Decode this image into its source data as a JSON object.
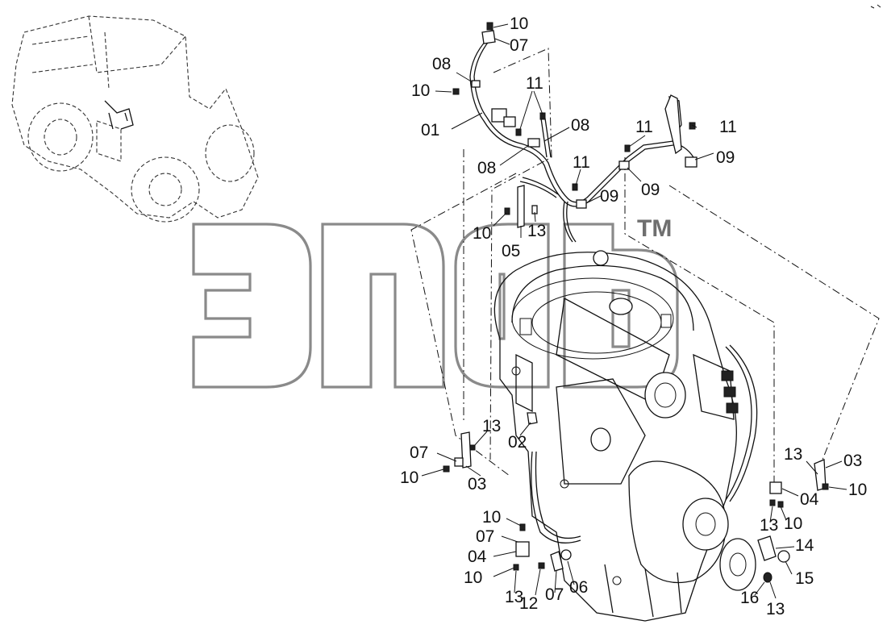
{
  "diagram": {
    "watermark_tm": "TM",
    "callouts": [
      {
        "id": "c1",
        "text": "10"
      },
      {
        "id": "c2",
        "text": "07"
      },
      {
        "id": "c3",
        "text": "08"
      },
      {
        "id": "c4",
        "text": "10"
      },
      {
        "id": "c5",
        "text": "11"
      },
      {
        "id": "c6",
        "text": "01"
      },
      {
        "id": "c7",
        "text": "08"
      },
      {
        "id": "c8",
        "text": "08"
      },
      {
        "id": "c9",
        "text": "11"
      },
      {
        "id": "c10",
        "text": "11"
      },
      {
        "id": "c11",
        "text": "09"
      },
      {
        "id": "c12",
        "text": "11"
      },
      {
        "id": "c13",
        "text": "09"
      },
      {
        "id": "c14",
        "text": "09"
      },
      {
        "id": "c15",
        "text": "10"
      },
      {
        "id": "c16",
        "text": "13"
      },
      {
        "id": "c17",
        "text": "05"
      },
      {
        "id": "c18",
        "text": "13"
      },
      {
        "id": "c19",
        "text": "02"
      },
      {
        "id": "c20",
        "text": "07"
      },
      {
        "id": "c21",
        "text": "10"
      },
      {
        "id": "c22",
        "text": "03"
      },
      {
        "id": "c23",
        "text": "13"
      },
      {
        "id": "c24",
        "text": "03"
      },
      {
        "id": "c25",
        "text": "10"
      },
      {
        "id": "c26",
        "text": "04"
      },
      {
        "id": "c27",
        "text": "10"
      },
      {
        "id": "c28",
        "text": "13"
      },
      {
        "id": "c29",
        "text": "10"
      },
      {
        "id": "c30",
        "text": "07"
      },
      {
        "id": "c31",
        "text": "04"
      },
      {
        "id": "c32",
        "text": "10"
      },
      {
        "id": "c33",
        "text": "14"
      },
      {
        "id": "c34",
        "text": "15"
      },
      {
        "id": "c35",
        "text": "13"
      },
      {
        "id": "c36",
        "text": "12"
      },
      {
        "id": "c37",
        "text": "07"
      },
      {
        "id": "c38",
        "text": "06"
      },
      {
        "id": "c39",
        "text": "16"
      },
      {
        "id": "c40",
        "text": "13"
      }
    ]
  }
}
